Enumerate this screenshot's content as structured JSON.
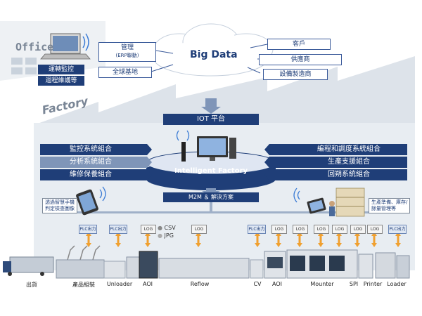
{
  "office": {
    "title": "Office",
    "items": [
      "運轉監控",
      "迴程維護等"
    ]
  },
  "cloud": {
    "title": "Big Data",
    "left_items": [
      "管理",
      "(ERP聯動)",
      "全球基地"
    ],
    "right_items": [
      "客戶",
      "供應商",
      "設備製造商"
    ]
  },
  "factory": {
    "title": "Factory",
    "iot_platform": "IOT 平台",
    "core": "Intelligent Factory",
    "m2m": "M2M ＆ 解決方案",
    "left_systems": [
      "監控系統組合",
      "分析系統組合",
      "維修保養組合"
    ],
    "right_systems": [
      "編程和調度系統組合",
      "生產支援組合",
      "回朔系統組合"
    ],
    "phone_note": [
      "透過智慧手機",
      "判定檢查圖像"
    ],
    "tablet_note": [
      "生產準備、庫存/",
      "餘量管理等"
    ],
    "log_formats": [
      "CSV",
      "JPG"
    ]
  },
  "tags": {
    "plc": "PLC出力",
    "log": "LOG"
  },
  "line": {
    "stations": [
      "出貨",
      "產品組裝",
      "Unloader",
      "AOI",
      "Reflow",
      "CV",
      "AOI",
      "Mounter",
      "SPI",
      "Printer",
      "Loader"
    ]
  },
  "colors": {
    "navy": "#1f3e78",
    "steel": "#7f95b8",
    "arrow": "#f0a030"
  }
}
